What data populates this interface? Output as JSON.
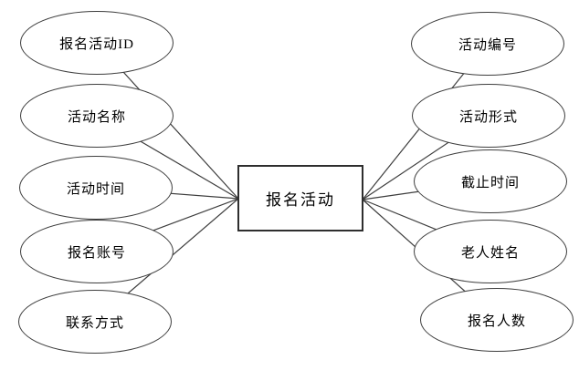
{
  "diagram": {
    "type": "entity-attribute-diagram",
    "entity": {
      "label": "报名活动"
    },
    "left_attributes": [
      {
        "label": "报名活动ID"
      },
      {
        "label": "活动名称"
      },
      {
        "label": "活动时间"
      },
      {
        "label": "报名账号"
      },
      {
        "label": "联系方式"
      }
    ],
    "right_attributes": [
      {
        "label": "活动编号"
      },
      {
        "label": "活动形式"
      },
      {
        "label": "截止时间"
      },
      {
        "label": "老人姓名"
      },
      {
        "label": "报名人数"
      }
    ],
    "colors": {
      "stroke": "#3d3d3d",
      "entity_border": "#2e2e2e",
      "background": "#ffffff",
      "text": "#000000"
    }
  }
}
